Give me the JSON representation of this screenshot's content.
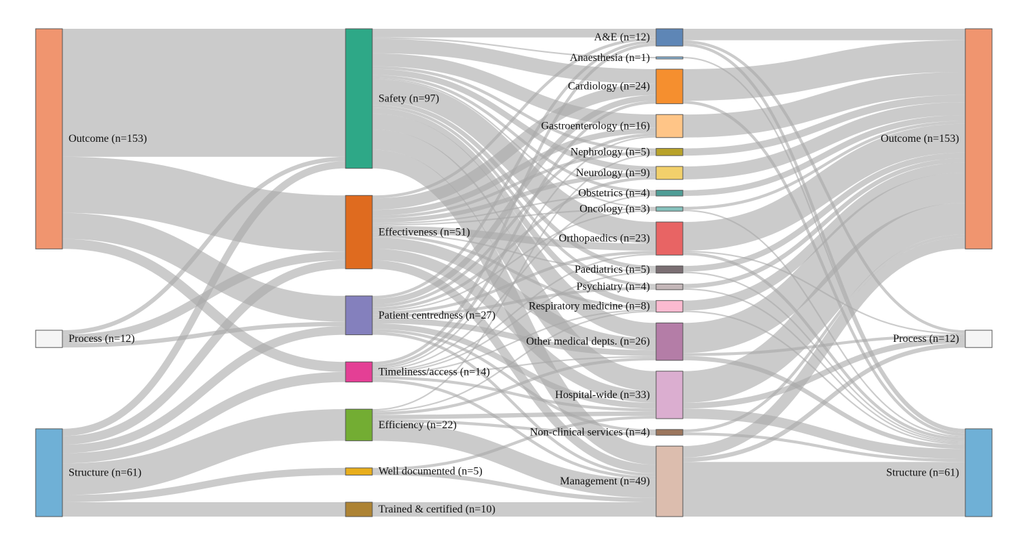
{
  "chart_data": {
    "type": "sankey",
    "columns": [
      {
        "nodes": [
          {
            "id": "c1-outcome",
            "label": "Outcome (n=153)",
            "value": 153,
            "color": "#f0956f"
          },
          {
            "id": "c1-process",
            "label": "Process (n=12)",
            "value": 12,
            "color": "#f5f5f5"
          },
          {
            "id": "c1-structure",
            "label": "Structure (n=61)",
            "value": 61,
            "color": "#6fb0d6"
          }
        ]
      },
      {
        "nodes": [
          {
            "id": "c2-safety",
            "label": "Safety (n=97)",
            "value": 97,
            "color": "#2ea887"
          },
          {
            "id": "c2-effectiveness",
            "label": "Effectiveness (n=51)",
            "value": 51,
            "color": "#df6b1f"
          },
          {
            "id": "c2-patient",
            "label": "Patient centredness (n=27)",
            "value": 27,
            "color": "#8480bd"
          },
          {
            "id": "c2-timeliness",
            "label": "Timeliness/access (n=14)",
            "value": 14,
            "color": "#e43f95"
          },
          {
            "id": "c2-efficiency",
            "label": "Efficiency (n=22)",
            "value": 22,
            "color": "#73ad33"
          },
          {
            "id": "c2-documented",
            "label": "Well documented (n=5)",
            "value": 5,
            "color": "#e8ae1c"
          },
          {
            "id": "c2-trained",
            "label": "Trained & certified (n=10)",
            "value": 10,
            "color": "#ad8334"
          }
        ]
      },
      {
        "nodes": [
          {
            "id": "c3-ae",
            "label": "A&E (n=12)",
            "value": 12,
            "color": "#5e86b6"
          },
          {
            "id": "c3-anaesthesia",
            "label": "Anaesthesia (n=1)",
            "value": 1,
            "color": "#8bb7d9"
          },
          {
            "id": "c3-cardiology",
            "label": "Cardiology (n=24)",
            "value": 24,
            "color": "#f58f2f"
          },
          {
            "id": "c3-gastro",
            "label": "Gastroenterology (n=16)",
            "value": 16,
            "color": "#ffc587"
          },
          {
            "id": "c3-nephrology",
            "label": "Nephrology (n=5)",
            "value": 5,
            "color": "#b8a22a"
          },
          {
            "id": "c3-neurology",
            "label": "Neurology (n=9)",
            "value": 9,
            "color": "#f2d06b"
          },
          {
            "id": "c3-obstetrics",
            "label": "Obstetrics (n=4)",
            "value": 4,
            "color": "#4f9d96"
          },
          {
            "id": "c3-oncology",
            "label": "Oncology (n=3)",
            "value": 3,
            "color": "#86c2bd"
          },
          {
            "id": "c3-orthopaedics",
            "label": "Orthopaedics (n=23)",
            "value": 23,
            "color": "#e86464"
          },
          {
            "id": "c3-paediatrics",
            "label": "Paediatrics (n=5)",
            "value": 5,
            "color": "#7a6e72"
          },
          {
            "id": "c3-psychiatry",
            "label": "Psychiatry (n=4)",
            "value": 4,
            "color": "#c3b6b8"
          },
          {
            "id": "c3-respiratory",
            "label": "Respiratory medicine (n=8)",
            "value": 8,
            "color": "#fbbad0"
          },
          {
            "id": "c3-othermed",
            "label": "Other medical depts. (n=26)",
            "value": 26,
            "color": "#b47da7"
          },
          {
            "id": "c3-hospital",
            "label": "Hospital-wide (n=33)",
            "value": 33,
            "color": "#dbaed0"
          },
          {
            "id": "c3-nonclinical",
            "label": "Non-clinical services (n=4)",
            "value": 4,
            "color": "#9c765d"
          },
          {
            "id": "c3-management",
            "label": "Management (n=49)",
            "value": 49,
            "color": "#dcbdae"
          }
        ]
      },
      {
        "nodes": [
          {
            "id": "c4-outcome",
            "label": "Outcome (n=153)",
            "value": 153,
            "color": "#f0956f"
          },
          {
            "id": "c4-process",
            "label": "Process (n=12)",
            "value": 12,
            "color": "#f5f5f5"
          },
          {
            "id": "c4-structure",
            "label": "Structure (n=61)",
            "value": 61,
            "color": "#6fb0d6"
          }
        ]
      }
    ],
    "links": [
      {
        "source": "c1-outcome",
        "target": "c2-safety",
        "value": 89
      },
      {
        "source": "c1-outcome",
        "target": "c2-effectiveness",
        "value": 39
      },
      {
        "source": "c1-outcome",
        "target": "c2-patient",
        "value": 18
      },
      {
        "source": "c1-outcome",
        "target": "c2-timeliness",
        "value": 7
      },
      {
        "source": "c1-process",
        "target": "c2-safety",
        "value": 3
      },
      {
        "source": "c1-process",
        "target": "c2-effectiveness",
        "value": 6
      },
      {
        "source": "c1-process",
        "target": "c2-patient",
        "value": 3
      },
      {
        "source": "c1-structure",
        "target": "c2-safety",
        "value": 5
      },
      {
        "source": "c1-structure",
        "target": "c2-effectiveness",
        "value": 6
      },
      {
        "source": "c1-structure",
        "target": "c2-patient",
        "value": 6
      },
      {
        "source": "c1-structure",
        "target": "c2-timeliness",
        "value": 7
      },
      {
        "source": "c1-structure",
        "target": "c2-efficiency",
        "value": 22
      },
      {
        "source": "c1-structure",
        "target": "c2-documented",
        "value": 5
      },
      {
        "source": "c1-structure",
        "target": "c2-trained",
        "value": 10
      },
      {
        "source": "c2-safety",
        "target": "c3-ae",
        "value": 6
      },
      {
        "source": "c2-safety",
        "target": "c3-anaesthesia",
        "value": 1
      },
      {
        "source": "c2-safety",
        "target": "c3-cardiology",
        "value": 10
      },
      {
        "source": "c2-safety",
        "target": "c3-gastro",
        "value": 9
      },
      {
        "source": "c2-safety",
        "target": "c3-nephrology",
        "value": 2
      },
      {
        "source": "c2-safety",
        "target": "c3-neurology",
        "value": 4
      },
      {
        "source": "c2-safety",
        "target": "c3-obstetrics",
        "value": 2
      },
      {
        "source": "c2-safety",
        "target": "c3-oncology",
        "value": 1
      },
      {
        "source": "c2-safety",
        "target": "c3-orthopaedics",
        "value": 15
      },
      {
        "source": "c2-safety",
        "target": "c3-paediatrics",
        "value": 3
      },
      {
        "source": "c2-safety",
        "target": "c3-psychiatry",
        "value": 2
      },
      {
        "source": "c2-safety",
        "target": "c3-respiratory",
        "value": 4
      },
      {
        "source": "c2-safety",
        "target": "c3-othermed",
        "value": 11
      },
      {
        "source": "c2-safety",
        "target": "c3-hospital",
        "value": 14
      },
      {
        "source": "c2-safety",
        "target": "c3-management",
        "value": 13
      },
      {
        "source": "c2-effectiveness",
        "target": "c3-ae",
        "value": 2
      },
      {
        "source": "c2-effectiveness",
        "target": "c3-cardiology",
        "value": 8
      },
      {
        "source": "c2-effectiveness",
        "target": "c3-gastro",
        "value": 4
      },
      {
        "source": "c2-effectiveness",
        "target": "c3-nephrology",
        "value": 2
      },
      {
        "source": "c2-effectiveness",
        "target": "c3-neurology",
        "value": 3
      },
      {
        "source": "c2-effectiveness",
        "target": "c3-obstetrics",
        "value": 1
      },
      {
        "source": "c2-effectiveness",
        "target": "c3-oncology",
        "value": 1
      },
      {
        "source": "c2-effectiveness",
        "target": "c3-orthopaedics",
        "value": 5
      },
      {
        "source": "c2-effectiveness",
        "target": "c3-paediatrics",
        "value": 1
      },
      {
        "source": "c2-effectiveness",
        "target": "c3-respiratory",
        "value": 2
      },
      {
        "source": "c2-effectiveness",
        "target": "c3-othermed",
        "value": 8
      },
      {
        "source": "c2-effectiveness",
        "target": "c3-hospital",
        "value": 8
      },
      {
        "source": "c2-effectiveness",
        "target": "c3-management",
        "value": 6
      },
      {
        "source": "c2-patient",
        "target": "c3-ae",
        "value": 2
      },
      {
        "source": "c2-patient",
        "target": "c3-cardiology",
        "value": 4
      },
      {
        "source": "c2-patient",
        "target": "c3-gastro",
        "value": 2
      },
      {
        "source": "c2-patient",
        "target": "c3-neurology",
        "value": 2
      },
      {
        "source": "c2-patient",
        "target": "c3-oncology",
        "value": 1
      },
      {
        "source": "c2-patient",
        "target": "c3-orthopaedics",
        "value": 2
      },
      {
        "source": "c2-patient",
        "target": "c3-psychiatry",
        "value": 2
      },
      {
        "source": "c2-patient",
        "target": "c3-othermed",
        "value": 4
      },
      {
        "source": "c2-patient",
        "target": "c3-hospital",
        "value": 4
      },
      {
        "source": "c2-patient",
        "target": "c3-nonclinical",
        "value": 2
      },
      {
        "source": "c2-patient",
        "target": "c3-management",
        "value": 2
      },
      {
        "source": "c2-timeliness",
        "target": "c3-ae",
        "value": 2
      },
      {
        "source": "c2-timeliness",
        "target": "c3-cardiology",
        "value": 2
      },
      {
        "source": "c2-timeliness",
        "target": "c3-gastro",
        "value": 1
      },
      {
        "source": "c2-timeliness",
        "target": "c3-obstetrics",
        "value": 1
      },
      {
        "source": "c2-timeliness",
        "target": "c3-orthopaedics",
        "value": 1
      },
      {
        "source": "c2-timeliness",
        "target": "c3-paediatrics",
        "value": 1
      },
      {
        "source": "c2-timeliness",
        "target": "c3-respiratory",
        "value": 1
      },
      {
        "source": "c2-timeliness",
        "target": "c3-othermed",
        "value": 1
      },
      {
        "source": "c2-timeliness",
        "target": "c3-hospital",
        "value": 2
      },
      {
        "source": "c2-timeliness",
        "target": "c3-management",
        "value": 2
      },
      {
        "source": "c2-efficiency",
        "target": "c3-nephrology",
        "value": 1
      },
      {
        "source": "c2-efficiency",
        "target": "c3-respiratory",
        "value": 1
      },
      {
        "source": "c2-efficiency",
        "target": "c3-othermed",
        "value": 2
      },
      {
        "source": "c2-efficiency",
        "target": "c3-hospital",
        "value": 3
      },
      {
        "source": "c2-efficiency",
        "target": "c3-nonclinical",
        "value": 2
      },
      {
        "source": "c2-efficiency",
        "target": "c3-management",
        "value": 13
      },
      {
        "source": "c2-documented",
        "target": "c3-hospital",
        "value": 2
      },
      {
        "source": "c2-documented",
        "target": "c3-management",
        "value": 3
      },
      {
        "source": "c2-trained",
        "target": "c3-management",
        "value": 10
      },
      {
        "source": "c3-ae",
        "target": "c4-outcome",
        "value": 8
      },
      {
        "source": "c3-ae",
        "target": "c4-process",
        "value": 2
      },
      {
        "source": "c3-ae",
        "target": "c4-structure",
        "value": 2
      },
      {
        "source": "c3-anaesthesia",
        "target": "c4-structure",
        "value": 1
      },
      {
        "source": "c3-cardiology",
        "target": "c4-outcome",
        "value": 22
      },
      {
        "source": "c3-cardiology",
        "target": "c4-structure",
        "value": 2
      },
      {
        "source": "c3-gastro",
        "target": "c4-outcome",
        "value": 16
      },
      {
        "source": "c3-nephrology",
        "target": "c4-outcome",
        "value": 5
      },
      {
        "source": "c3-neurology",
        "target": "c4-outcome",
        "value": 9
      },
      {
        "source": "c3-obstetrics",
        "target": "c4-outcome",
        "value": 4
      },
      {
        "source": "c3-oncology",
        "target": "c4-outcome",
        "value": 2
      },
      {
        "source": "c3-oncology",
        "target": "c4-structure",
        "value": 1
      },
      {
        "source": "c3-orthopaedics",
        "target": "c4-outcome",
        "value": 20
      },
      {
        "source": "c3-orthopaedics",
        "target": "c4-process",
        "value": 1
      },
      {
        "source": "c3-orthopaedics",
        "target": "c4-structure",
        "value": 2
      },
      {
        "source": "c3-paediatrics",
        "target": "c4-outcome",
        "value": 4
      },
      {
        "source": "c3-paediatrics",
        "target": "c4-structure",
        "value": 1
      },
      {
        "source": "c3-psychiatry",
        "target": "c4-outcome",
        "value": 3
      },
      {
        "source": "c3-psychiatry",
        "target": "c4-structure",
        "value": 1
      },
      {
        "source": "c3-respiratory",
        "target": "c4-outcome",
        "value": 7
      },
      {
        "source": "c3-respiratory",
        "target": "c4-structure",
        "value": 1
      },
      {
        "source": "c3-othermed",
        "target": "c4-outcome",
        "value": 21
      },
      {
        "source": "c3-othermed",
        "target": "c4-process",
        "value": 2
      },
      {
        "source": "c3-othermed",
        "target": "c4-structure",
        "value": 3
      },
      {
        "source": "c3-hospital",
        "target": "c4-outcome",
        "value": 22
      },
      {
        "source": "c3-hospital",
        "target": "c4-process",
        "value": 4
      },
      {
        "source": "c3-hospital",
        "target": "c4-structure",
        "value": 7
      },
      {
        "source": "c3-nonclinical",
        "target": "c4-outcome",
        "value": 2
      },
      {
        "source": "c3-nonclinical",
        "target": "c4-structure",
        "value": 2
      },
      {
        "source": "c3-management",
        "target": "c4-outcome",
        "value": 8
      },
      {
        "source": "c3-management",
        "target": "c4-process",
        "value": 3
      },
      {
        "source": "c3-management",
        "target": "c4-structure",
        "value": 38
      }
    ]
  }
}
